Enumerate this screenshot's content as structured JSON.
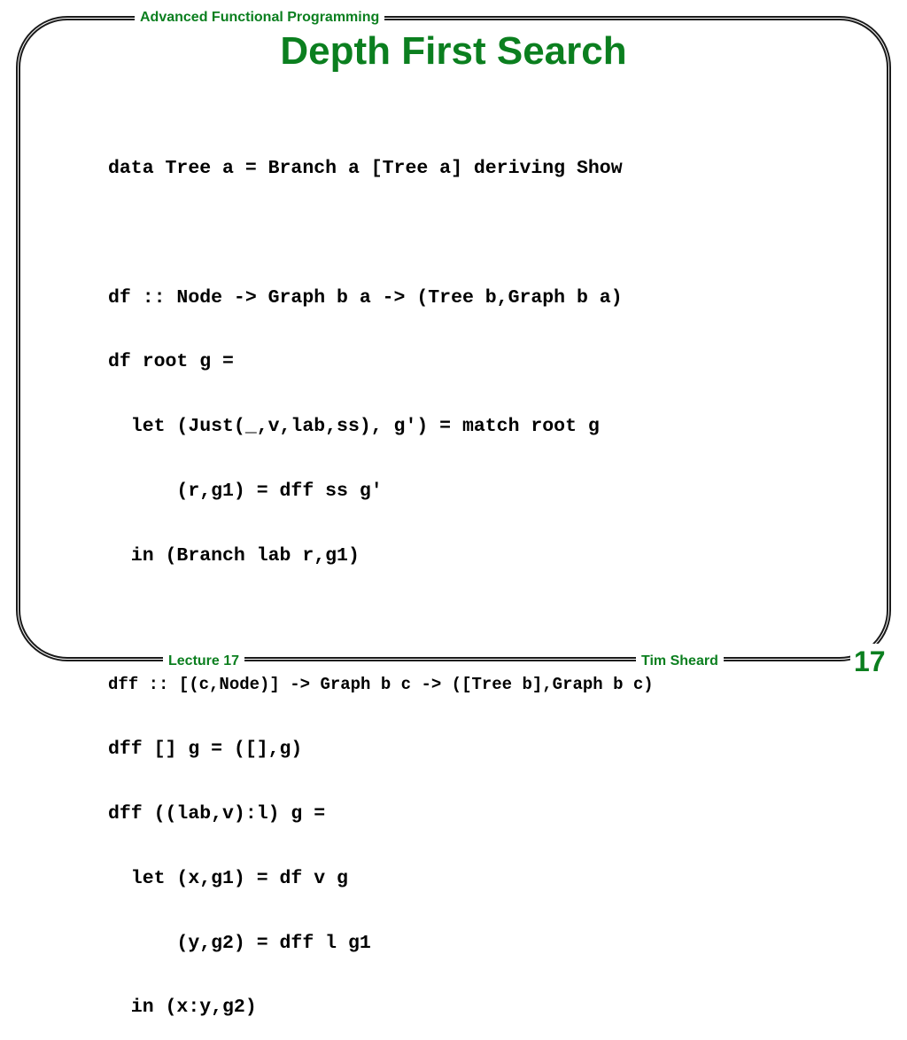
{
  "header": {
    "course": "Advanced Functional Programming"
  },
  "slide": {
    "title": "Depth First Search",
    "code_lines": [
      "data Tree a = Branch a [Tree a] deriving Show",
      "",
      "df :: Node -> Graph b a -> (Tree b,Graph b a)",
      "df root g =",
      "  let (Just(_,v,lab,ss), g') = match root g",
      "      (r,g1) = dff ss g'",
      "  in (Branch lab r,g1)",
      "",
      "dff :: [(c,Node)] -> Graph b c -> ([Tree b],Graph b c)",
      "dff [] g = ([],g)",
      "dff ((lab,v):l) g =",
      "  let (x,g1) = df v g",
      "      (y,g2) = dff l g1",
      "  in (x:y,g2)"
    ]
  },
  "footer": {
    "lecture": "Lecture 17",
    "author": "Tim Sheard",
    "page_number": "17"
  },
  "colors": {
    "accent": "#0b7f1f",
    "border": "#1a1a1a",
    "text": "#000000"
  }
}
